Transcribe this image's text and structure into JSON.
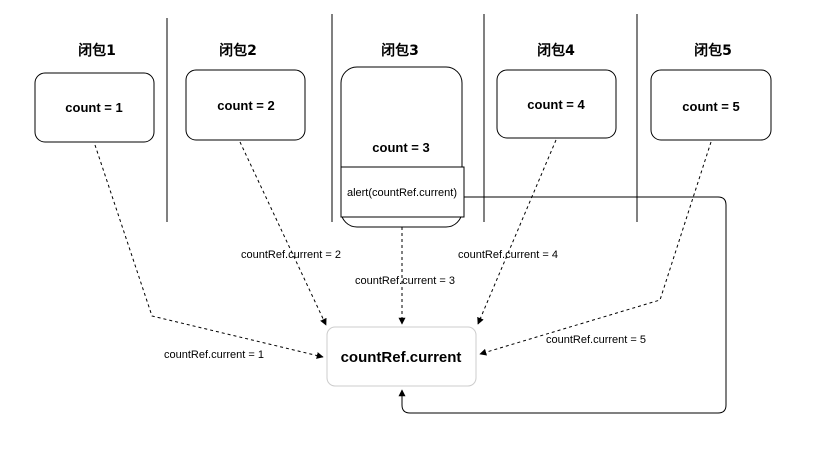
{
  "closures": [
    {
      "title": "闭包1",
      "count_text": "count = 1"
    },
    {
      "title": "闭包2",
      "count_text": "count = 2"
    },
    {
      "title": "闭包3",
      "count_text": "count = 3",
      "alert_text": "alert(countRef.current)"
    },
    {
      "title": "闭包4",
      "count_text": "count = 4"
    },
    {
      "title": "闭包5",
      "count_text": "count = 5"
    }
  ],
  "center_node": {
    "label": "countRef.current"
  },
  "edges": [
    {
      "label": "countRef.current = 1"
    },
    {
      "label": "countRef.current = 2"
    },
    {
      "label": "countRef.current = 3"
    },
    {
      "label": "countRef.current = 4"
    },
    {
      "label": "countRef.current = 5"
    }
  ],
  "colors": {
    "stroke": "#000000",
    "center_border": "#cccccc"
  }
}
